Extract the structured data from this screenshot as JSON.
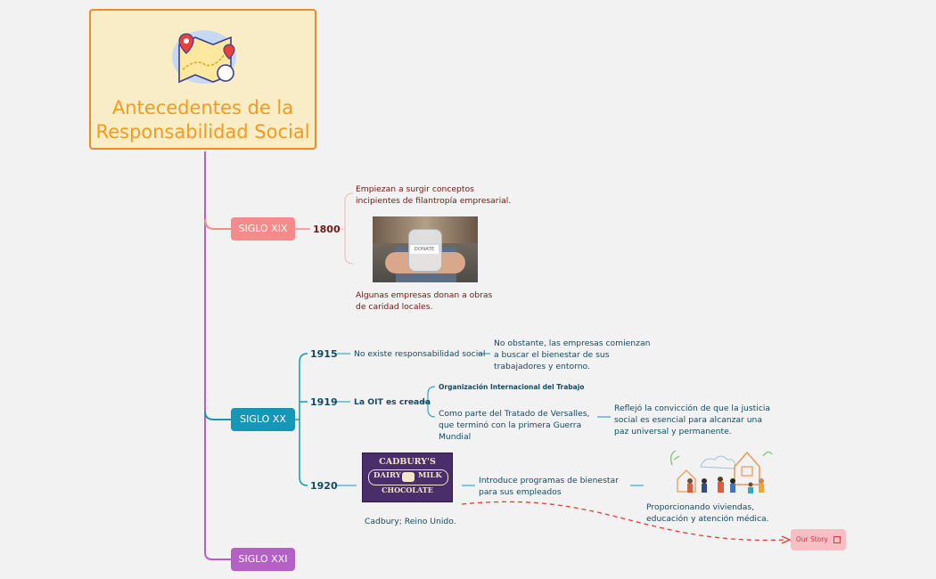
{
  "root": {
    "title_line1": "Antecedentes de la",
    "title_line2": "Responsabilidad Social",
    "icon": "map-icon"
  },
  "centuries": {
    "xix": {
      "label": "SIGLO XIX",
      "color": "#f48a8a"
    },
    "xx": {
      "label": "SIGLO XX",
      "color": "#1597b9"
    },
    "xxi": {
      "label": "SIGLO XXI",
      "color": "#b560c4"
    }
  },
  "xix": {
    "year": "1800",
    "text_top": "Empiezan a surgir conceptos incipientes de filantropía empresarial.",
    "text_bottom": "Algunas empresas donan a obras de caridad locales.",
    "image_label": "DONATE"
  },
  "xx": {
    "y1915": {
      "year": "1915",
      "text": "No existe responsabilidad social",
      "detail": "No obstante, las empresas comienzan a buscar el bienestar de sus trabajadores y entorno."
    },
    "y1919": {
      "year": "1919",
      "text": "La OIT es creada",
      "org": "Organización Internacional del Trabajo",
      "versalles": "Como parte del Tratado de Versalles, que terminó con la primera Guerra Mundial",
      "reflejo": "Reflejó la convicción de que la justicia social es esencial para alcanzar una paz universal y permanente."
    },
    "y1920": {
      "year": "1920",
      "cadbury_top": "CADBURY'S",
      "cadbury_dairy": "DAIRY",
      "cadbury_milk": "MILK",
      "cadbury_bottom": "CHOCOLATE",
      "caption": "Cadbury; Reino Unido.",
      "text": "Introduce programas de bienestar para sus empleados",
      "detail": "Proporcionando viviendas, educación y atención médica."
    }
  },
  "story": {
    "label": "Our Story",
    "icon": "external-link-icon"
  }
}
